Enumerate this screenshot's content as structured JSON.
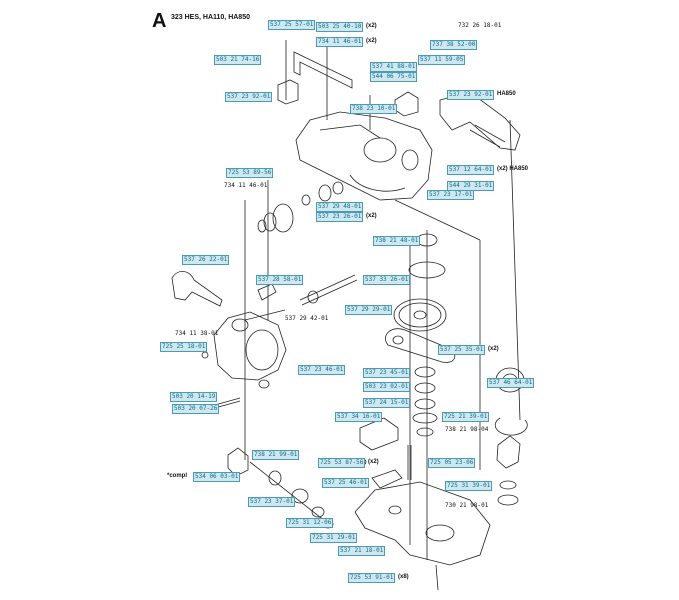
{
  "section_letter": "A",
  "header": "323 HES, HA110, HA850",
  "labels": [
    {
      "id": "l1",
      "text": "537 25 57-01",
      "hl": true
    },
    {
      "id": "l2",
      "text": "503 25 40-10",
      "hl": true,
      "note": "(x2)"
    },
    {
      "id": "l3",
      "text": "734 11 46-01",
      "hl": true,
      "note": "(x2)"
    },
    {
      "id": "l4",
      "text": "732 26 18-01",
      "hl": false
    },
    {
      "id": "l5",
      "text": "737 38 52-00",
      "hl": true
    },
    {
      "id": "l6",
      "text": "537 11 59-05",
      "hl": true
    },
    {
      "id": "l7",
      "text": "503 21 74-16",
      "hl": true
    },
    {
      "id": "l8",
      "text": "537 41 88-01",
      "hl": true
    },
    {
      "id": "l9",
      "text": "544 06 75-01",
      "hl": true
    },
    {
      "id": "l10",
      "text": "537 23 92-01",
      "hl": true
    },
    {
      "id": "l11",
      "text": "537 23 92-01",
      "hl": true,
      "note": "HA850"
    },
    {
      "id": "l12",
      "text": "738 23 10-01",
      "hl": true
    },
    {
      "id": "l13",
      "text": "537 12 64-01",
      "hl": true,
      "note": "(x2) HA850"
    },
    {
      "id": "l14",
      "text": "725 53 89-56",
      "hl": true
    },
    {
      "id": "l15",
      "text": "544 29 31-01",
      "hl": true
    },
    {
      "id": "l16",
      "text": "734 11 46-01",
      "hl": false
    },
    {
      "id": "l17",
      "text": "537 29 48-01",
      "hl": true
    },
    {
      "id": "l18",
      "text": "537 23 17-01",
      "hl": true
    },
    {
      "id": "l19",
      "text": "537 23 26-01",
      "hl": true,
      "note": "(x2)"
    },
    {
      "id": "l20",
      "text": "738 21 48-01",
      "hl": true
    },
    {
      "id": "l21",
      "text": "537 26 22-01",
      "hl": true
    },
    {
      "id": "l22",
      "text": "537 28 58-01",
      "hl": true
    },
    {
      "id": "l23",
      "text": "537 33 26-01",
      "hl": true
    },
    {
      "id": "l24",
      "text": "537 29 29-01",
      "hl": true
    },
    {
      "id": "l25",
      "text": "537 29 42-01",
      "hl": false
    },
    {
      "id": "l26",
      "text": "734 11 38-01",
      "hl": false
    },
    {
      "id": "l27",
      "text": "725 25 18-01",
      "hl": true
    },
    {
      "id": "l28",
      "text": "537 25 35-01",
      "hl": true,
      "note": "(x2)"
    },
    {
      "id": "l29",
      "text": "537 23 46-01",
      "hl": true
    },
    {
      "id": "l30",
      "text": "537 23 45-01",
      "hl": true
    },
    {
      "id": "l31",
      "text": "537 46 64-01",
      "hl": true
    },
    {
      "id": "l32",
      "text": "503 23 02-01",
      "hl": true
    },
    {
      "id": "l33",
      "text": "503 20 14-19",
      "hl": true
    },
    {
      "id": "l34",
      "text": "537 24 15-01",
      "hl": true
    },
    {
      "id": "l35",
      "text": "503 20 07-26",
      "hl": true
    },
    {
      "id": "l36",
      "text": "537 34 16-01",
      "hl": true
    },
    {
      "id": "l37",
      "text": "725 21 39-01",
      "hl": true
    },
    {
      "id": "l38",
      "text": "738 21 98-04",
      "hl": false
    },
    {
      "id": "l39",
      "text": "738 21 99-01",
      "hl": true
    },
    {
      "id": "l40",
      "text": "725 53 87-56",
      "hl": true,
      "note": "(x2)"
    },
    {
      "id": "l41",
      "text": "725 05 23-06",
      "hl": true
    },
    {
      "id": "l42",
      "text": "534 06 03-01",
      "hl": true,
      "prefix": "*compl"
    },
    {
      "id": "l43",
      "text": "537 25 46-01",
      "hl": true
    },
    {
      "id": "l44",
      "text": "725 31 39-01",
      "hl": true
    },
    {
      "id": "l45",
      "text": "537 23 37-01",
      "hl": true
    },
    {
      "id": "l46",
      "text": "725 31 12-06",
      "hl": true
    },
    {
      "id": "l47",
      "text": "730 21 98-01",
      "hl": false
    },
    {
      "id": "l48",
      "text": "725 31 29-01",
      "hl": true
    },
    {
      "id": "l49",
      "text": "537 21 18-01",
      "hl": true
    },
    {
      "id": "l50",
      "text": "725 53 91-01",
      "hl": true,
      "note": "(x8)"
    }
  ]
}
